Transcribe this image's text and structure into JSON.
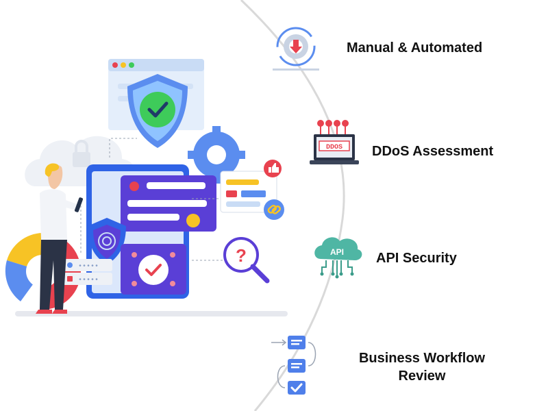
{
  "features": [
    {
      "label": "Manual & Automated",
      "icon": "gear-arrows-icon"
    },
    {
      "label": "DDoS Assessment",
      "icon": "ddos-laptop-icon",
      "icon_text": "DDOS"
    },
    {
      "label": "API Security",
      "icon": "api-cloud-icon",
      "icon_text": "API"
    },
    {
      "label_lines": [
        "Business Workflow",
        "Review"
      ],
      "icon": "workflow-icon"
    }
  ],
  "colors": {
    "arc": "#d9d9d9",
    "accent_blue": "#5b8def",
    "accent_purple": "#5a3fd6",
    "accent_green": "#3ecb5a",
    "accent_red": "#e8424f",
    "accent_yellow": "#f7c325"
  }
}
